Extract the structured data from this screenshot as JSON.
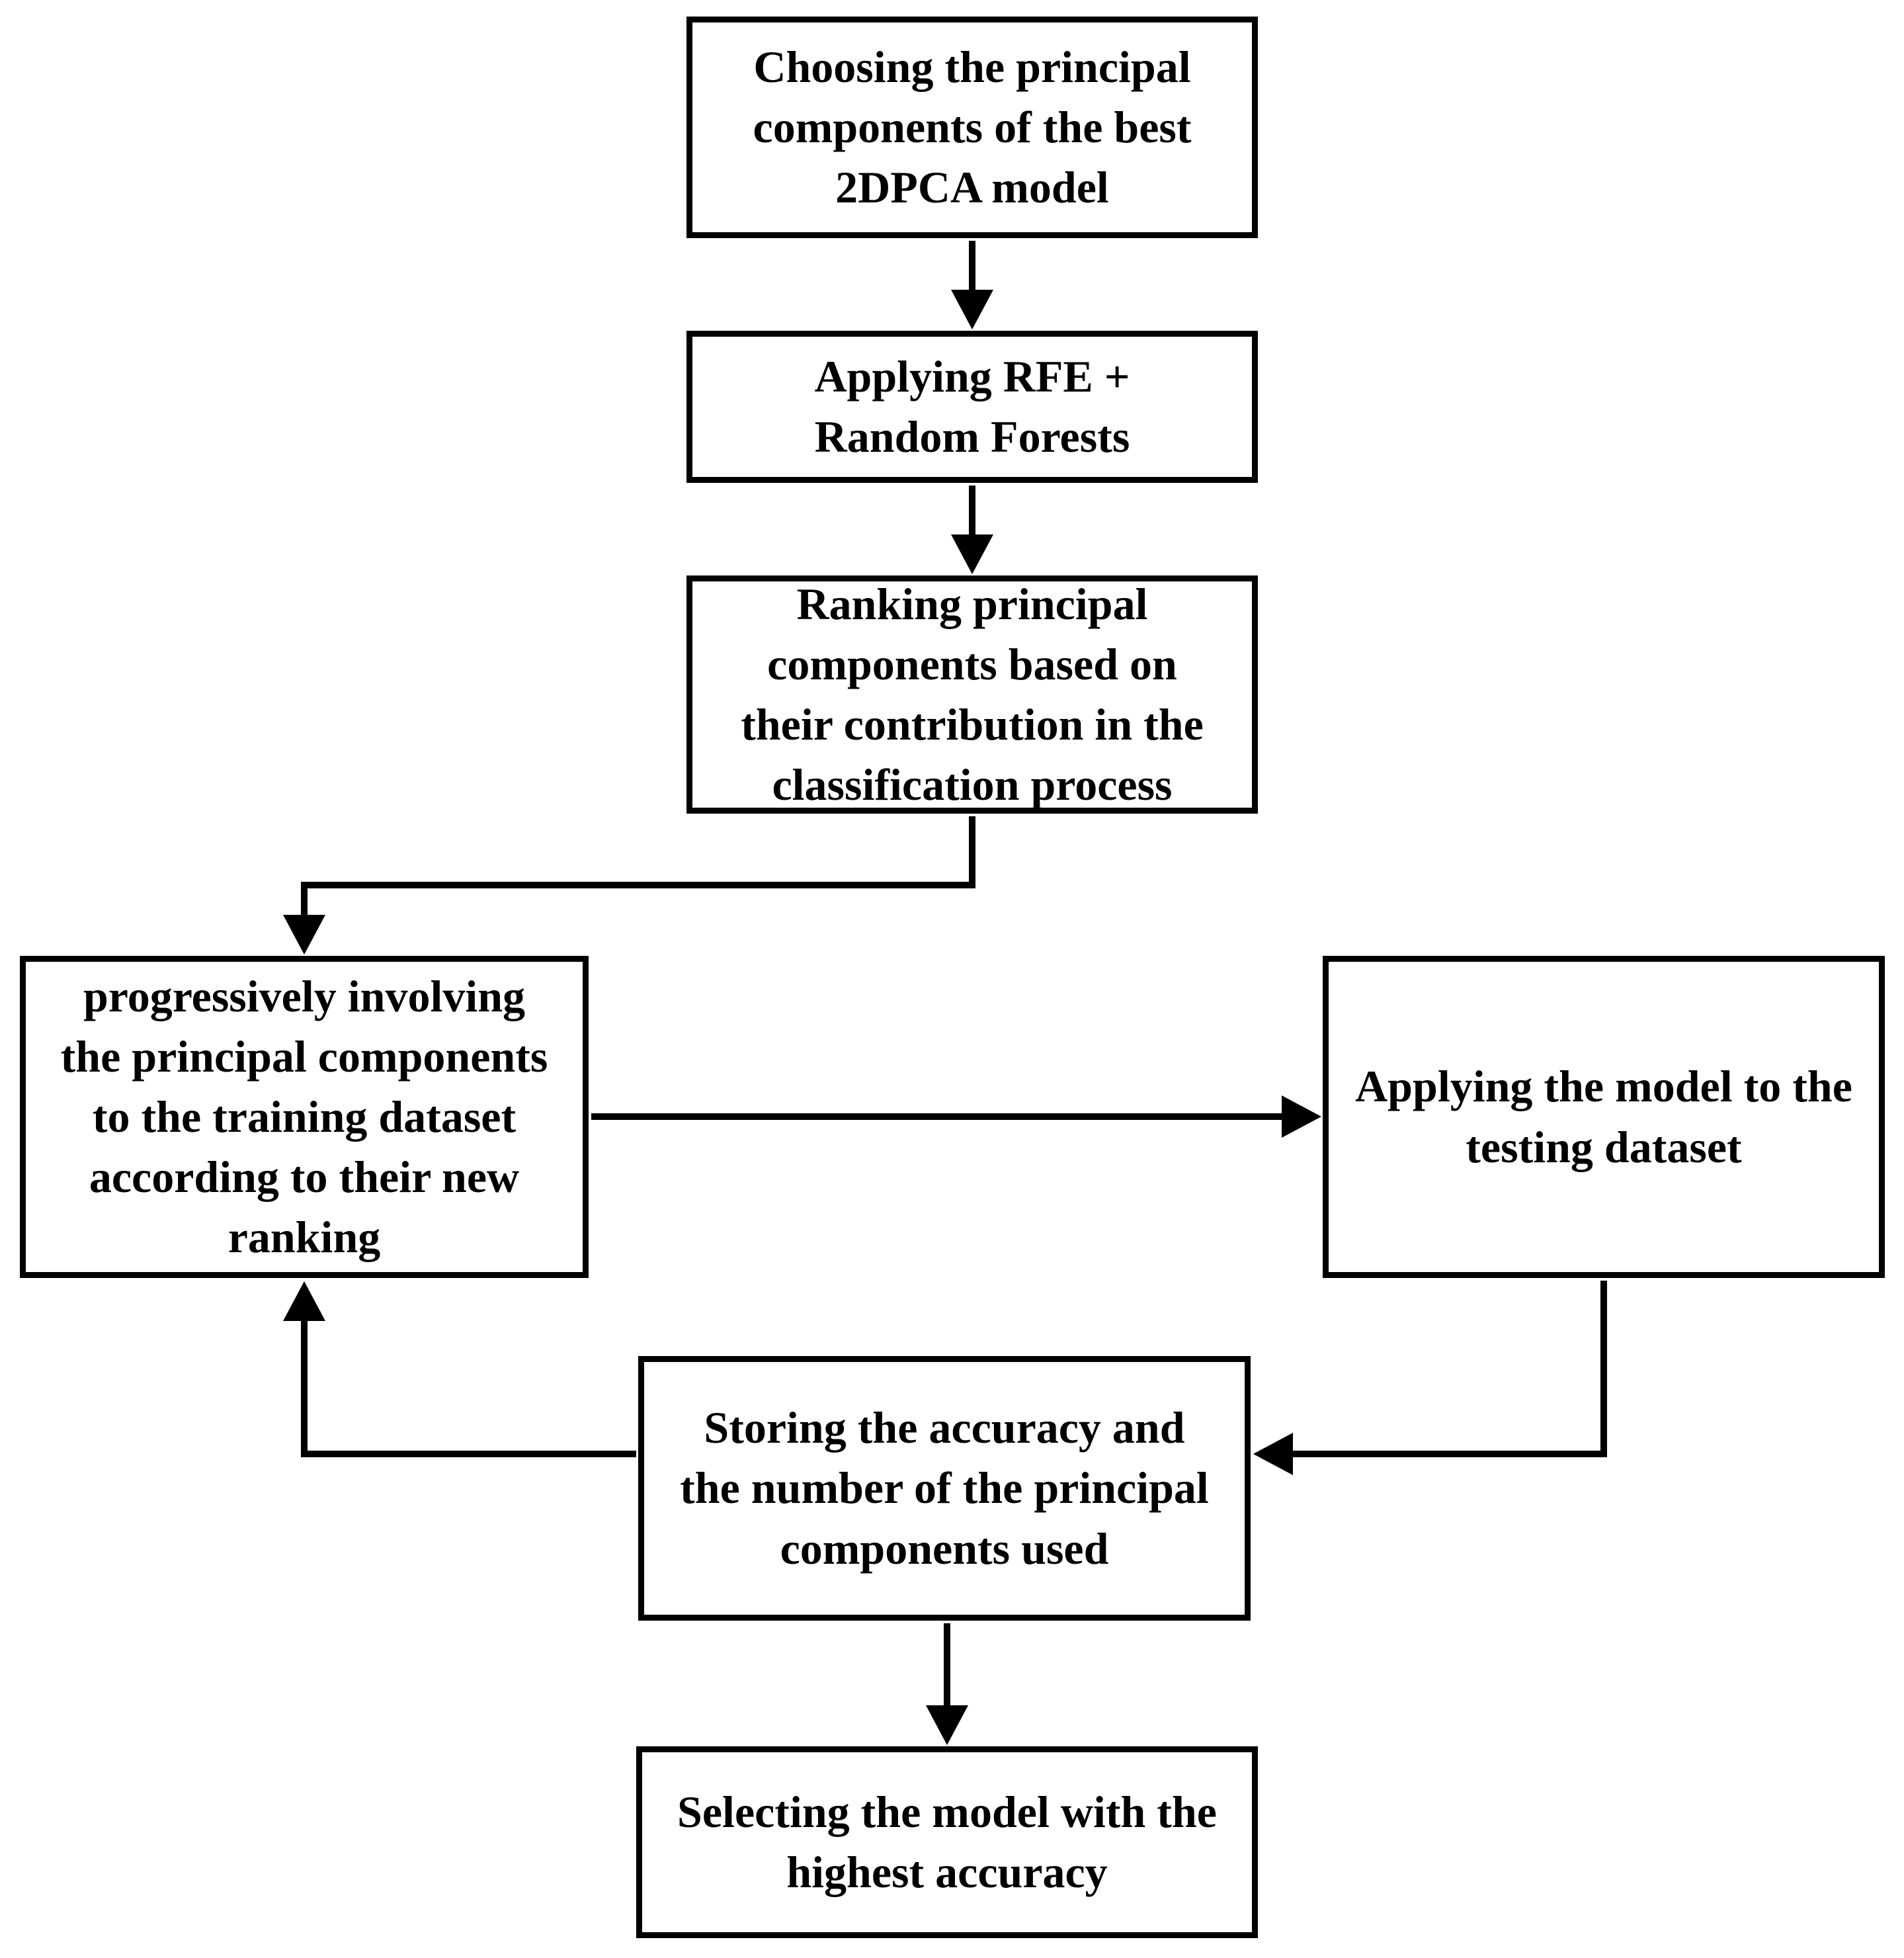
{
  "diagram": {
    "title": "2DPCA + RFE model selection flowchart",
    "background_color": "#ffffff",
    "line_color": "#000000",
    "box_fill_color": "#ffffff",
    "text_color": "#000000",
    "nodes": [
      {
        "id": "choosing",
        "label": "Choosing the principal\ncomponents of the best\n2DPCA model"
      },
      {
        "id": "rfe",
        "label": "Applying RFE +\nRandom Forests"
      },
      {
        "id": "ranking",
        "label": "Ranking principal\ncomponents based on\ntheir contribution in the\nclassification process"
      },
      {
        "id": "progressive",
        "label": "progressively involving\nthe principal components\nto the training dataset\naccording to their new\nranking"
      },
      {
        "id": "testing",
        "label": "Applying the model to the\ntesting dataset"
      },
      {
        "id": "storing",
        "label": "Storing the accuracy and\nthe number of the principal\ncomponents used"
      },
      {
        "id": "selecting",
        "label": "Selecting the model with the\nhighest accuracy"
      }
    ],
    "edges": [
      {
        "from": "choosing",
        "to": "rfe",
        "type": "straight-down"
      },
      {
        "from": "rfe",
        "to": "ranking",
        "type": "straight-down"
      },
      {
        "from": "ranking",
        "to": "progressive",
        "type": "elbow-down-left-down"
      },
      {
        "from": "progressive",
        "to": "testing",
        "type": "straight-right"
      },
      {
        "from": "testing",
        "to": "storing",
        "type": "elbow-down-left"
      },
      {
        "from": "storing",
        "to": "progressive",
        "type": "elbow-left-up"
      },
      {
        "from": "storing",
        "to": "selecting",
        "type": "straight-down"
      }
    ]
  }
}
